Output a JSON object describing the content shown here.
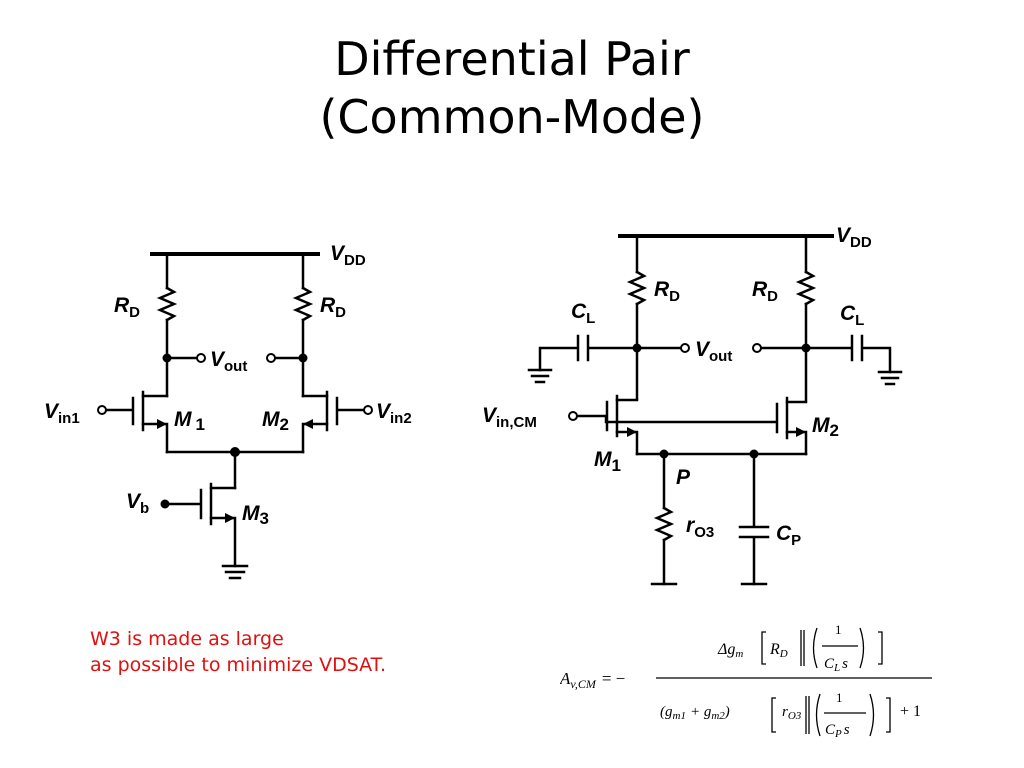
{
  "title": {
    "line1": "Differential Pair",
    "line2": "(Common-Mode)"
  },
  "left_circuit": {
    "vdd": "V",
    "vdd_sub": "DD",
    "rd": "R",
    "rd_sub": "D",
    "vout": "V",
    "vout_sub": "out",
    "vin1": "V",
    "vin1_sub": "in1",
    "vin2": "V",
    "vin2_sub": "in2",
    "m1": "M",
    "m1_sub": "1",
    "m2": "M",
    "m2_sub": "2",
    "m3": "M",
    "m3_sub": "3",
    "vb": "V",
    "vb_sub": "b"
  },
  "right_circuit": {
    "vdd": "V",
    "vdd_sub": "DD",
    "rd": "R",
    "rd_sub": "D",
    "cl": "C",
    "cl_sub": "L",
    "vout": "V",
    "vout_sub": "out",
    "vin_cm": "V",
    "vin_cm_sub": "in,CM",
    "m1": "M",
    "m1_sub": "1",
    "m2": "M",
    "m2_sub": "2",
    "p": "P",
    "ro3": "r",
    "ro3_sub": "O3",
    "cp": "C",
    "cp_sub": "P"
  },
  "note": {
    "line1": "W3 is made as large",
    "line2": "as possible to minimize VDSAT."
  },
  "equation": {
    "lhs": "A",
    "lhs_sub": "v,CM",
    "equals": "= −",
    "numerator": "Δg",
    "num_sub": "m",
    "rd": "R",
    "rd_sub": "D",
    "one": "1",
    "cls": "C",
    "cls_sub": "L",
    "s": "s",
    "gm1": "(g",
    "gm1_sub": "m1",
    "plus": "+ g",
    "gm2_sub": "m2",
    "close": ")",
    "ro3": "r",
    "ro3_sub": "O3",
    "cps": "C",
    "cps_sub": "P",
    "plus_one": "+ 1"
  },
  "colors": {
    "note": "#e01010",
    "ink": "#000000"
  }
}
